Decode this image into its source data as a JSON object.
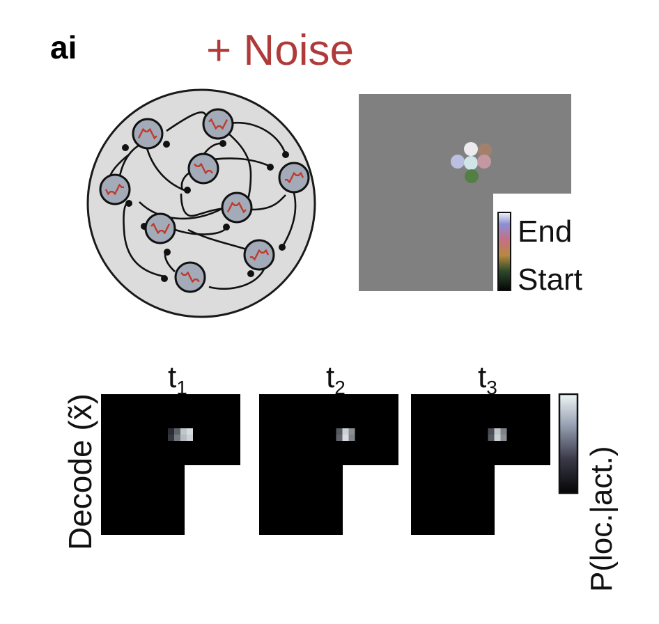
{
  "panel_label": "ai",
  "title": "+ Noise",
  "colors": {
    "title": "#b03a3a",
    "circuit_fill": "#dcdcdc",
    "neuron_fill": "#a3aab8",
    "noise_trace": "#c0392b",
    "arena_gray": "#808080",
    "decode_bg": "#000000"
  },
  "trajectory": {
    "legend_top": "End",
    "legend_bottom": "Start",
    "dot_colors": [
      "#f4f4f6",
      "#a6806a",
      "#c0c6ea",
      "#d6eef0",
      "#c99aa6",
      "#4f7f3f"
    ]
  },
  "decode": {
    "ylabel": "Decode (x̃)",
    "time_labels": [
      {
        "base": "t",
        "sub": "1"
      },
      {
        "base": "t",
        "sub": "2"
      },
      {
        "base": "t",
        "sub": "3"
      }
    ],
    "colorbar_label": "P(loc.|act.)",
    "heat_panels": [
      [
        [
          0.1,
          0.35,
          0.8,
          0.9
        ],
        [
          0.15,
          0.45,
          0.75,
          0.85
        ]
      ],
      [
        [
          0.3,
          0.85,
          0.55
        ],
        [
          0.35,
          0.9,
          0.5
        ]
      ],
      [
        [
          0.25,
          0.8,
          0.5
        ],
        [
          0.3,
          0.85,
          0.55
        ]
      ]
    ]
  }
}
